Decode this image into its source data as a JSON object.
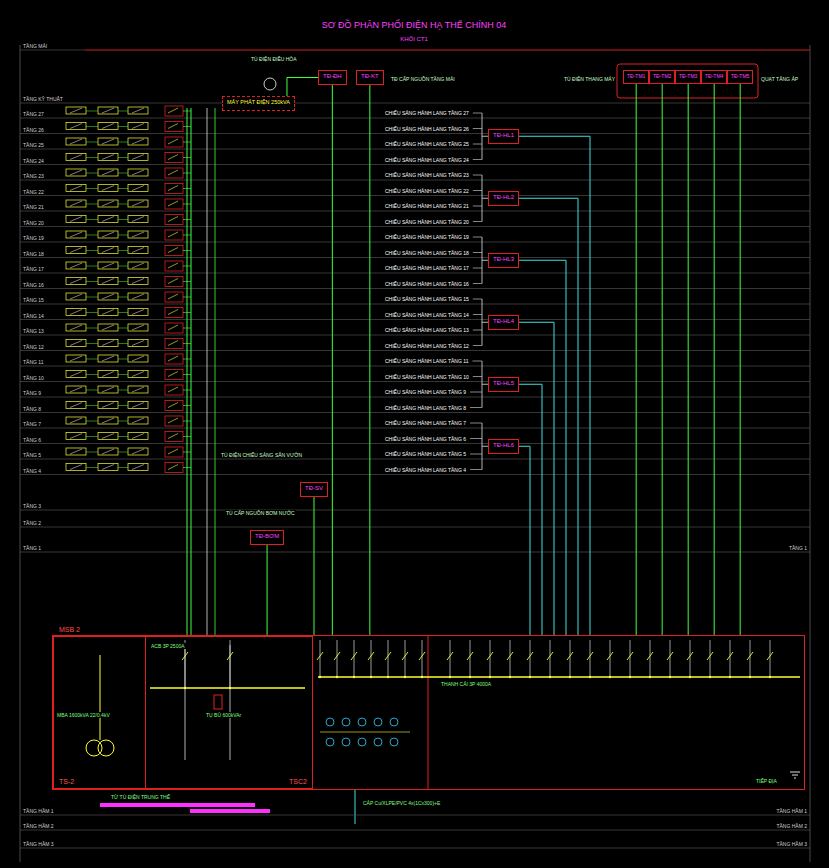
{
  "diagram": {
    "title": "SƠ ĐỒ PHÂN PHỐI ĐIỆN HẠ THẾ CHÍNH 04",
    "nodes": [
      {
        "text": [
          "TĐ-ĐH"
        ]
      },
      {
        "text": [
          "TĐ-KT"
        ]
      },
      {
        "text": [
          "TĐ-TM1"
        ]
      },
      {
        "text": [
          "TĐ-TM2"
        ]
      },
      {
        "text": [
          "TĐ-TM3"
        ]
      },
      {
        "text": [
          "TĐ-TM4"
        ]
      },
      {
        "text": [
          "TĐ-TM5"
        ]
      },
      {
        "text": [
          "MÁY PHÁT ĐIỆN 250kVA"
        ]
      },
      {
        "text": [
          "TĐ-HL1"
        ]
      },
      {
        "text": [
          "TĐ-HL2"
        ]
      },
      {
        "text": [
          "TĐ-HL3"
        ]
      },
      {
        "text": [
          "TĐ-HL4"
        ]
      },
      {
        "text": [
          "TĐ-HL5"
        ]
      },
      {
        "text": [
          "TĐ-HL6"
        ]
      },
      {
        "text": [
          "TĐ-SV"
        ]
      },
      {
        "text": [
          "TĐ-BƠM"
        ]
      },
      {
        "text": [
          "MSB 2"
        ]
      },
      {
        "text": [
          "TS-2"
        ],
        "in": 16
      },
      {
        "text": [
          "TSC2"
        ],
        "in": 16
      }
    ],
    "edges": [
      {
        "from": 16,
        "to": 0,
        "arrow": "none"
      },
      {
        "from": 16,
        "to": 1,
        "arrow": "none"
      },
      {
        "from": 16,
        "to": 2,
        "arrow": "none"
      },
      {
        "from": 16,
        "to": 3,
        "arrow": "none"
      },
      {
        "from": 16,
        "to": 4,
        "arrow": "none"
      },
      {
        "from": 16,
        "to": 5,
        "arrow": "none"
      },
      {
        "from": 16,
        "to": 6,
        "arrow": "none"
      },
      {
        "from": 7,
        "to": 0,
        "arrow": "none"
      },
      {
        "from": 16,
        "to": 8,
        "arrow": "none"
      },
      {
        "from": 16,
        "to": 9,
        "arrow": "none"
      },
      {
        "from": 16,
        "to": 10,
        "arrow": "none"
      },
      {
        "from": 16,
        "to": 11,
        "arrow": "none"
      },
      {
        "from": 16,
        "to": 12,
        "arrow": "none"
      },
      {
        "from": 16,
        "to": 13,
        "arrow": "none"
      },
      {
        "from": 16,
        "to": 14,
        "arrow": "none"
      },
      {
        "from": 16,
        "to": 15,
        "arrow": "none"
      }
    ],
    "labels": [
      "KHỐI CT1",
      "TẦNG MÁI",
      "TẦNG KỸ THUẬT",
      "TẦNG 27",
      "TẦNG 26",
      "TẦNG 25",
      "TẦNG 24",
      "TẦNG 23",
      "TẦNG 22",
      "TẦNG 21",
      "TẦNG 20",
      "TẦNG 19",
      "TẦNG 18",
      "TẦNG 17",
      "TẦNG 16",
      "TẦNG 15",
      "TẦNG 14",
      "TẦNG 13",
      "TẦNG 12",
      "TẦNG 11",
      "TẦNG 10",
      "TẦNG 9",
      "TẦNG 8",
      "TẦNG 7",
      "TẦNG 6",
      "TẦNG 5",
      "TẦNG 4",
      "TẦNG 3",
      "TẦNG 2",
      "TẦNG 1",
      "TẦNG HẦM 1",
      "TẦNG HẦM 2",
      "TẦNG HẦM 3",
      "TẦNG 1",
      "TẦNG HẦM 1",
      "TẦNG HẦM 2",
      "TẦNG HẦM 3",
      "CHIẾU SÁNG HÀNH LANG TẦNG 27",
      "CHIẾU SÁNG HÀNH LANG TẦNG 26",
      "CHIẾU SÁNG HÀNH LANG TẦNG 25",
      "CHIẾU SÁNG HÀNH LANG TẦNG 24",
      "CHIẾU SÁNG HÀNH LANG TẦNG 23",
      "CHIẾU SÁNG HÀNH LANG TẦNG 22",
      "CHIẾU SÁNG HÀNH LANG TẦNG 21",
      "CHIẾU SÁNG HÀNH LANG TẦNG 20",
      "CHIẾU SÁNG HÀNH LANG TẦNG 19",
      "CHIẾU SÁNG HÀNH LANG TẦNG 18",
      "CHIẾU SÁNG HÀNH LANG TẦNG 17",
      "CHIẾU SÁNG HÀNH LANG TẦNG 16",
      "CHIẾU SÁNG HÀNH LANG TẦNG 15",
      "CHIẾU SÁNG HÀNH LANG TẦNG 14",
      "CHIẾU SÁNG HÀNH LANG TẦNG 13",
      "CHIẾU SÁNG HÀNH LANG TẦNG 12",
      "CHIẾU SÁNG HÀNH LANG TẦNG 11",
      "CHIẾU SÁNG HÀNH LANG TẦNG 10",
      "CHIẾU SÁNG HÀNH LANG TẦNG 9",
      "CHIẾU SÁNG HÀNH LANG TẦNG 8",
      "CHIẾU SÁNG HÀNH LANG TẦNG 7",
      "CHIẾU SÁNG HÀNH LANG TẦNG 6",
      "CHIẾU SÁNG HÀNH LANG TẦNG 5",
      "CHIẾU SÁNG HÀNH LANG TẦNG 4",
      "TỦ ĐIỆN ĐIỀU HÒA",
      "TĐ CẤP NGUỒN TẦNG MÁI",
      "TỦ ĐIỆN THANG MÁY",
      "QUẠT TĂNG ÁP",
      "TỦ ĐIỆN CHIẾU SÁNG SÂN VƯỜN",
      "TỦ CẤP NGUỒN BƠM NƯỚC",
      "ACB 3P 2500A",
      "MBA 1600kVA 22/0,4kV",
      "TỤ BÙ 600kVAr",
      "THANH CÁI 3P 4000A",
      "TIẾP ĐỊA",
      "TỪ TỦ ĐIỆN TRUNG THẾ",
      "CÁP Cu/XLPE/PVC 4x(1Cx300)+E"
    ]
  }
}
